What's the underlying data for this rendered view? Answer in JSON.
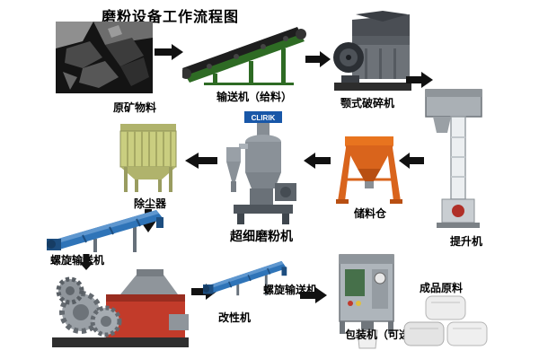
{
  "title": "磨粉设备工作流程图",
  "nodes": {
    "raw_material": {
      "label": "原矿物料"
    },
    "feed_conveyor": {
      "label": "输送机（给料）"
    },
    "jaw_crusher": {
      "label": "颚式破碎机"
    },
    "bucket_elevator": {
      "label": "提升机"
    },
    "storage_silo": {
      "label": "储料仓"
    },
    "grinding_mill": {
      "label": "超细磨粉机",
      "brand": "CLIRIK"
    },
    "dust_collector": {
      "label": "除尘器"
    },
    "screw_conveyor_1": {
      "label": "螺旋输送机"
    },
    "modifier_machine": {
      "label": "改性机"
    },
    "screw_conveyor_2": {
      "label": "螺旋输送机"
    },
    "packing_machine": {
      "label": "包装机（可选）"
    },
    "finished_product": {
      "label": "成品原料"
    }
  },
  "flow": [
    {
      "from": "raw_material",
      "to": "feed_conveyor"
    },
    {
      "from": "feed_conveyor",
      "to": "jaw_crusher"
    },
    {
      "from": "jaw_crusher",
      "to": "bucket_elevator"
    },
    {
      "from": "bucket_elevator",
      "to": "storage_silo"
    },
    {
      "from": "storage_silo",
      "to": "grinding_mill"
    },
    {
      "from": "grinding_mill",
      "to": "dust_collector"
    },
    {
      "from": "dust_collector",
      "to": "screw_conveyor_1"
    },
    {
      "from": "screw_conveyor_1",
      "to": "modifier_machine"
    },
    {
      "from": "modifier_machine",
      "to": "screw_conveyor_2"
    },
    {
      "from": "screw_conveyor_2",
      "to": "packing_machine"
    },
    {
      "from": "packing_machine",
      "to": "finished_product"
    }
  ],
  "colors": {
    "background": "#ffffff",
    "label_text": "#000000",
    "arrow": "#111111",
    "conveyor_green": "#2e6b24",
    "silo_orange": "#d9641c",
    "screw_blue": "#2f74b8",
    "dust_khaki": "#cace80",
    "modifier_red": "#c23b2a",
    "mill_badge_blue": "#1857a8"
  }
}
